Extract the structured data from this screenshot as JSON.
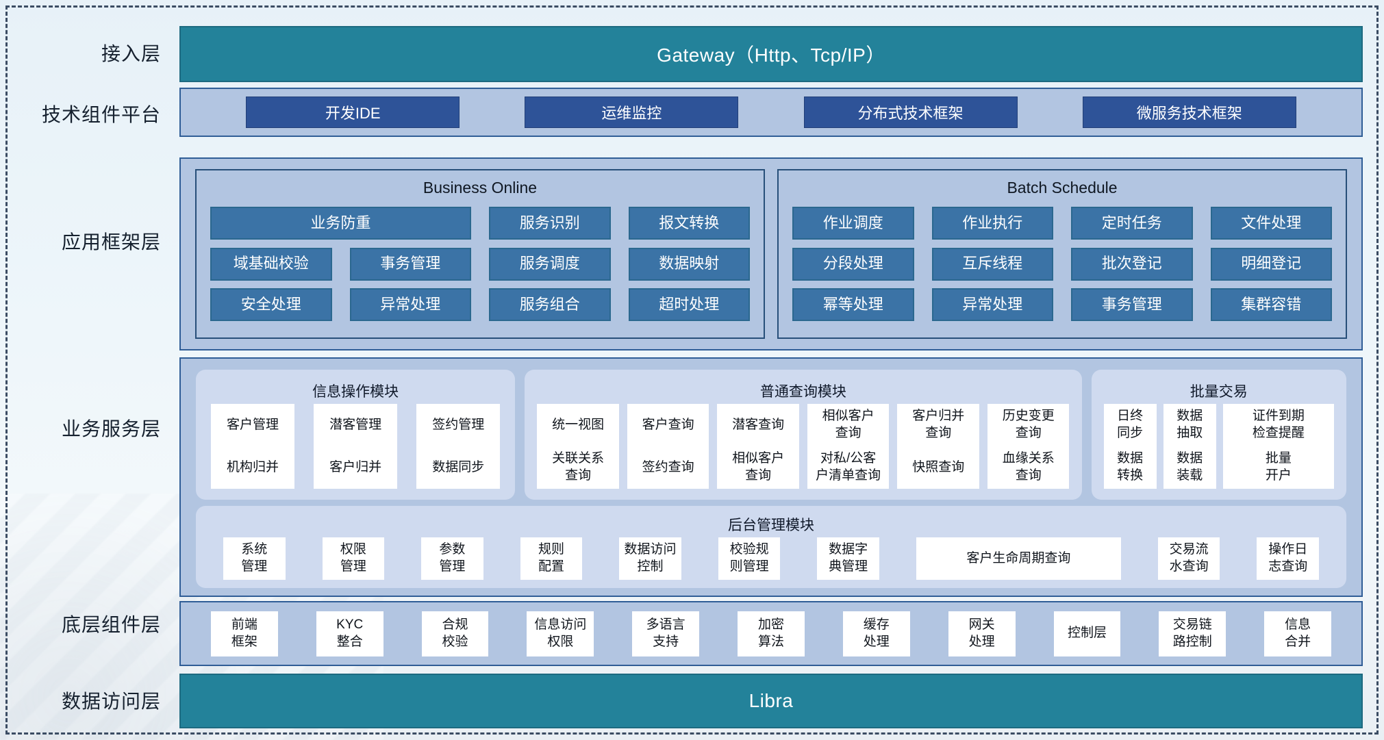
{
  "colors": {
    "teal": "#23829a",
    "teal_border": "#1d6a80",
    "dark_box": "#2e5398",
    "steel_box": "#3b73a6",
    "container_bg": "#b2c5e1",
    "container_border": "#2f5d96",
    "subpanel_bg": "#cfdaef",
    "white_box": "#ffffff"
  },
  "layers": {
    "access": {
      "label": "接入层",
      "gateway": "Gateway（Http、Tcp/IP）"
    },
    "tech_platform": {
      "label": "技术组件平台",
      "items": [
        "开发IDE",
        "运维监控",
        "分布式技术框架",
        "微服务技术框架"
      ]
    },
    "app_framework": {
      "label": "应用框架层",
      "business_online": {
        "title": "Business Online",
        "boxes": [
          {
            "label": "业务防重",
            "wide": true
          },
          "服务识别",
          "报文转换",
          "域基础校验",
          "事务管理",
          "服务调度",
          "数据映射",
          "安全处理",
          "异常处理",
          "服务组合",
          "超时处理"
        ]
      },
      "batch_schedule": {
        "title": "Batch Schedule",
        "boxes": [
          "作业调度",
          "作业执行",
          "定时任务",
          "文件处理",
          "分段处理",
          "互斥线程",
          "批次登记",
          "明细登记",
          "幂等处理",
          "异常处理",
          "事务管理",
          "集群容错"
        ]
      }
    },
    "business_service": {
      "label": "业务服务层",
      "info_module": {
        "title": "信息操作模块",
        "boxes": [
          "客户管理",
          "潜客管理",
          "签约管理",
          "机构归并",
          "客户归并",
          "数据同步"
        ]
      },
      "query_module": {
        "title": "普通查询模块",
        "boxes": [
          "统一视图",
          "客户查询",
          "潜客查询",
          "相似客户\n查询",
          "客户归并\n查询",
          "历史变更\n查询",
          "关联关系\n查询",
          "签约查询",
          "相似客户\n查询",
          "对私/公客\n户清单查询",
          "快照查询",
          "血缘关系\n查询"
        ]
      },
      "batch_trade": {
        "title": "批量交易",
        "boxes": [
          "日终\n同步",
          "数据\n抽取",
          "证件到期\n检查提醒",
          "数据\n转换",
          "数据\n装载",
          "批量\n开户"
        ]
      },
      "admin_module": {
        "title": "后台管理模块",
        "boxes": [
          "系统\n管理",
          "权限\n管理",
          "参数\n管理",
          "规则\n配置",
          "数据访问\n控制",
          "校验规\n则管理",
          "数据字\n典管理",
          {
            "label": "客户生命周期查询",
            "wide": true
          },
          "交易流\n水查询",
          "操作日\n志查询"
        ]
      }
    },
    "base_components": {
      "label": "底层组件层",
      "boxes": [
        "前端\n框架",
        "KYC\n整合",
        "合规\n校验",
        "信息访问\n权限",
        "多语言\n支持",
        "加密\n算法",
        "缓存\n处理",
        "网关\n处理",
        "控制层",
        "交易链\n路控制",
        "信息\n合并"
      ]
    },
    "data_access": {
      "label": "数据访问层",
      "bar": "Libra"
    }
  }
}
